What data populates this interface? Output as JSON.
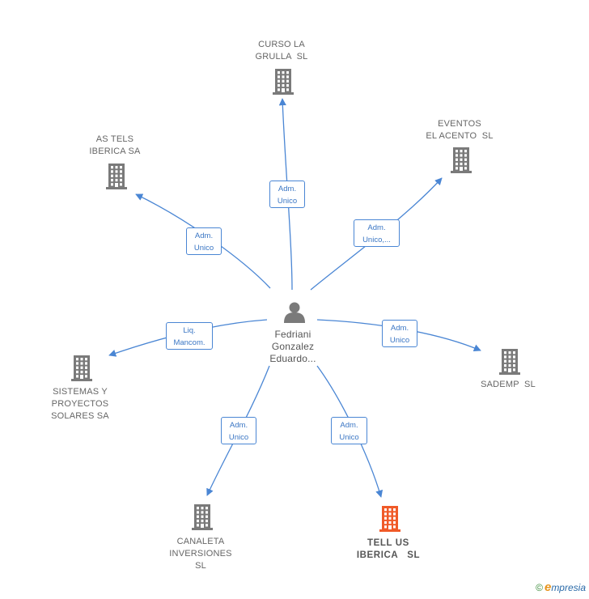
{
  "center": {
    "name": "Fedriani\nGonzalez\nEduardo..."
  },
  "companies": [
    {
      "id": "curso",
      "name": "CURSO LA\nGRULLA  SL",
      "rel": "Adm.\nUnico",
      "highlight": false
    },
    {
      "id": "eventos",
      "name": "EVENTOS\nEL ACENTO  SL",
      "rel": "Adm.\nUnico,...",
      "highlight": false
    },
    {
      "id": "sademp",
      "name": "SADEMP  SL",
      "rel": "Adm.\nUnico",
      "highlight": false
    },
    {
      "id": "tell",
      "name": "TELL US\nIBERICA   SL",
      "rel": "Adm.\nUnico",
      "highlight": true
    },
    {
      "id": "canaleta",
      "name": "CANALETA\nINVERSIONES\nSL",
      "rel": "Adm.\nUnico",
      "highlight": false
    },
    {
      "id": "sistemas",
      "name": "SISTEMAS Y\nPROYECTOS\nSOLARES SA",
      "rel": "Liq.\nMancom.",
      "highlight": false
    },
    {
      "id": "astels",
      "name": "AS TELS\nIBERICA SA",
      "rel": "Adm.\nUnico",
      "highlight": false
    }
  ],
  "colors": {
    "edge": "#4a86d4",
    "building": "#7a7a7a",
    "building_highlight": "#f05a28",
    "person": "#7a7a7a"
  },
  "icons": {
    "company": "building-icon",
    "person": "person-icon"
  },
  "footer": {
    "copyright": "©",
    "brand_initial": "e",
    "brand_rest": "mpresia"
  }
}
